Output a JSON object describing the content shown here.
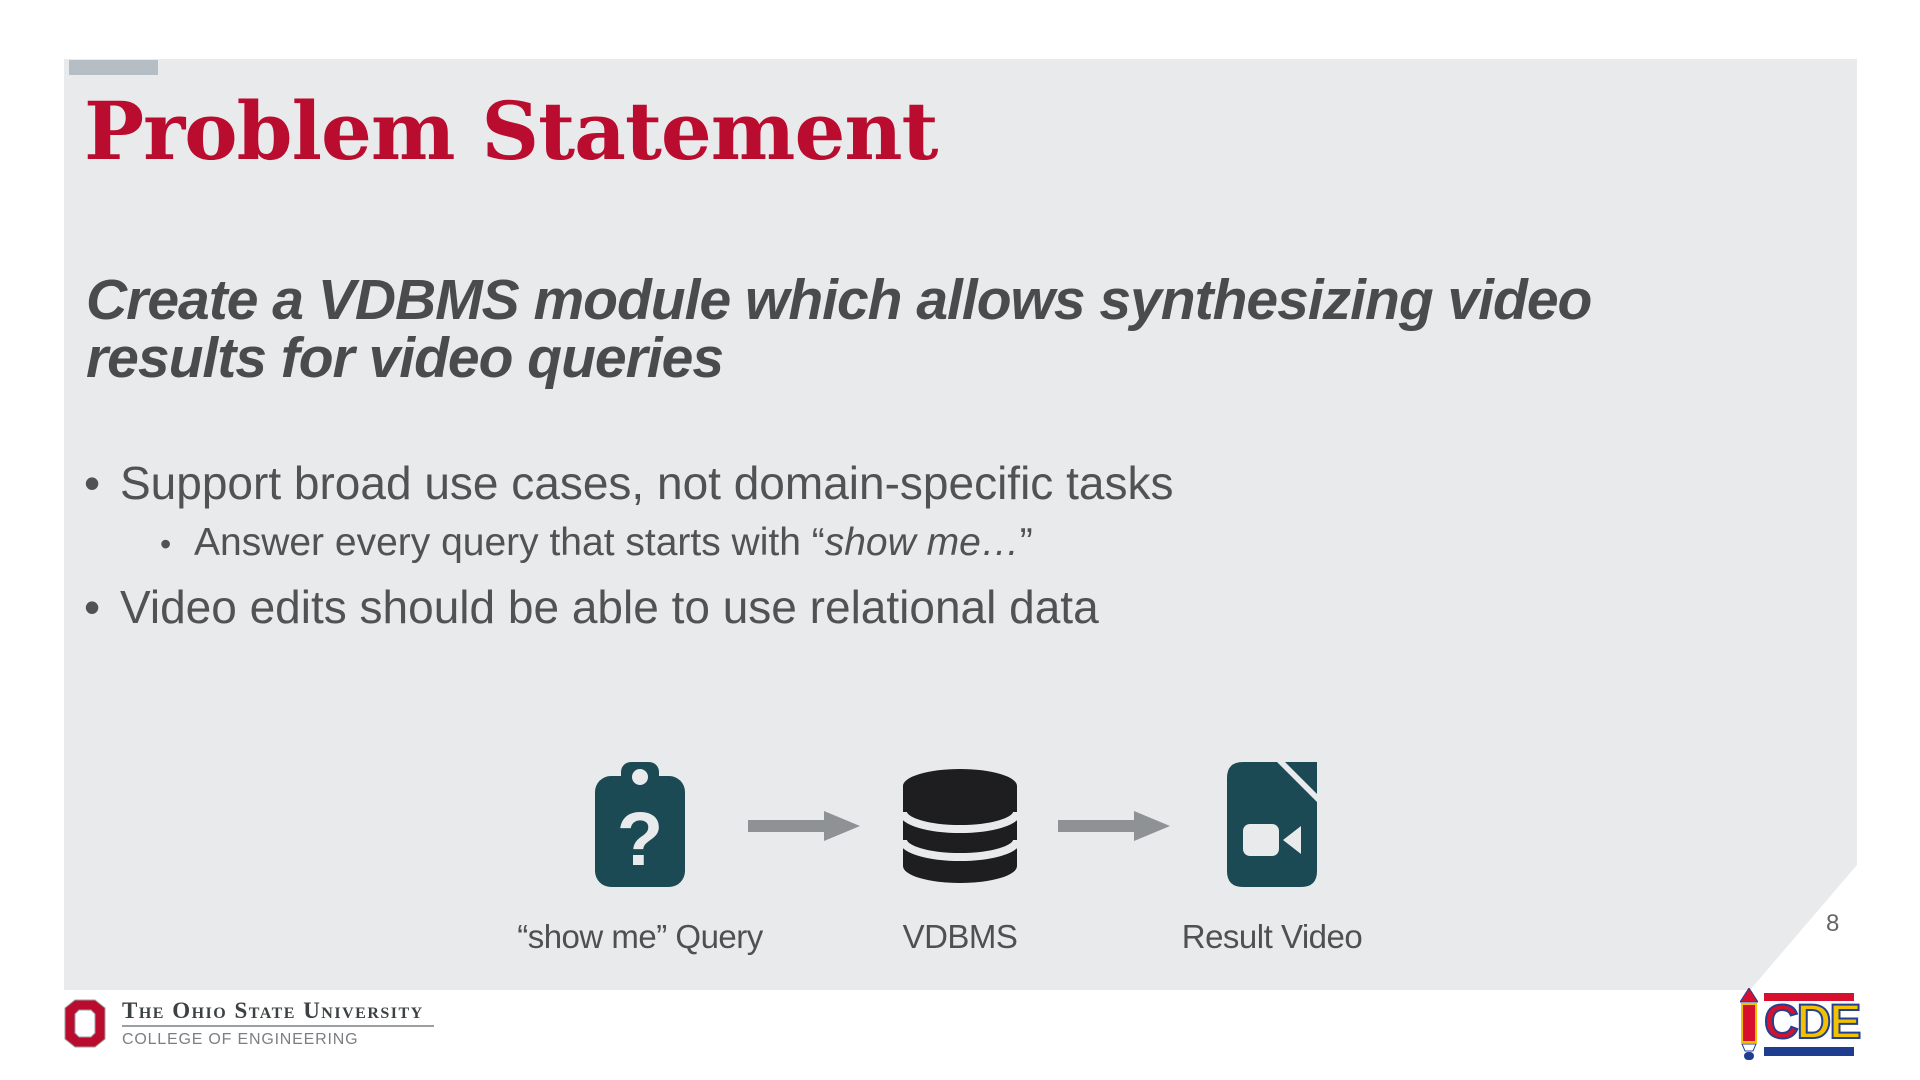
{
  "slide": {
    "title": "Problem Statement",
    "subtitle_lines": [
      "Create a VDBMS module which allows synthesizing video",
      "results for video queries"
    ],
    "bullet_char": "•",
    "bullets": [
      {
        "level": 1,
        "text": "Support broad use cases, not domain-specific tasks"
      },
      {
        "level": 2,
        "prefix": "Answer every query that starts with “",
        "italic": "show me…",
        "suffix": "”"
      },
      {
        "level": 1,
        "text": "Video edits should be able to use relational data"
      }
    ],
    "page_number": "8"
  },
  "diagram": {
    "items": [
      {
        "icon": "query-clipboard-icon",
        "label": "“show me” Query"
      },
      {
        "icon": "database-icon",
        "label": "VDBMS"
      },
      {
        "icon": "result-video-file-icon",
        "label": "Result Video"
      }
    ],
    "arrow_icon": "right-arrow-icon"
  },
  "footer": {
    "osu": {
      "institution": "The Ohio State University",
      "college": "COLLEGE OF ENGINEERING"
    },
    "icde": {
      "c": "C",
      "de": "DE"
    }
  },
  "colors": {
    "slide_background": "#e9eaec",
    "accent_bar": "#b6bec5",
    "title_crimson": "#ba0c2f",
    "body_text": "#515254",
    "icon_teal": "#1b4a54",
    "icon_black": "#1e1d1f",
    "arrow_gray": "#8e9295",
    "osu_scarlet": "#bb0000",
    "icde_red": "#d6102e",
    "icde_gold": "#f2c200",
    "icde_blue": "#1d3d8f"
  }
}
